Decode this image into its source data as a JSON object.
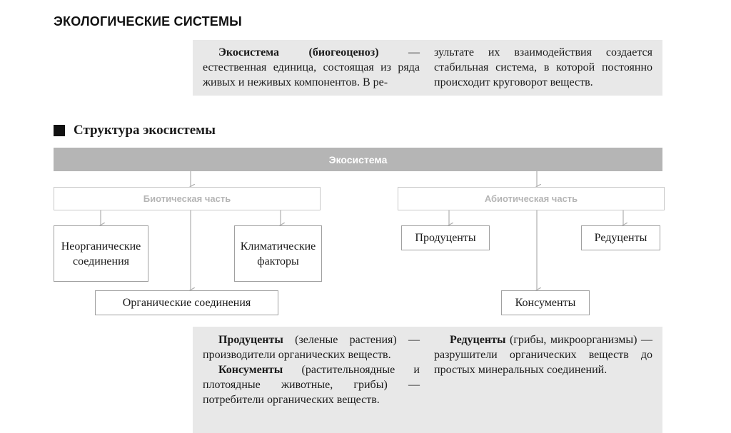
{
  "page_title": "ЭКОЛОГИЧЕСКИЕ СИСТЕМЫ",
  "definition": {
    "left_term": "Экосистема (биогеоценоз)",
    "left_rest": " — естественная единица, состоящая из ряда живых и неживых компонентов. В ре-",
    "right": "зультате их взаимодействия создается стабильная система, в которой постоянно происходит круговорот веществ."
  },
  "section_title": "Структура экосистемы",
  "diagram": {
    "root": "Экосистема",
    "biotic": "Биотическая часть",
    "abiotic": "Абиотическая часть",
    "inorganic": "Неорганические соединения",
    "climatic": "Климатические факторы",
    "organic": "Органические соединения",
    "producers": "Продуценты",
    "reducers": "Редуценты",
    "consumers": "Консументы"
  },
  "notes": {
    "producers_term": "Продуценты",
    "producers_rest": " (зеленые растения) — производители органических веществ.",
    "consumers_term": "Консументы",
    "consumers_rest": " (растительноядные и плотоядные животные, грибы) — потребители органических веществ.",
    "reducers_term": "Редуценты",
    "reducers_rest": " (грибы, микроорганизмы) — разрушители органических веществ до простых минеральных соединений."
  }
}
